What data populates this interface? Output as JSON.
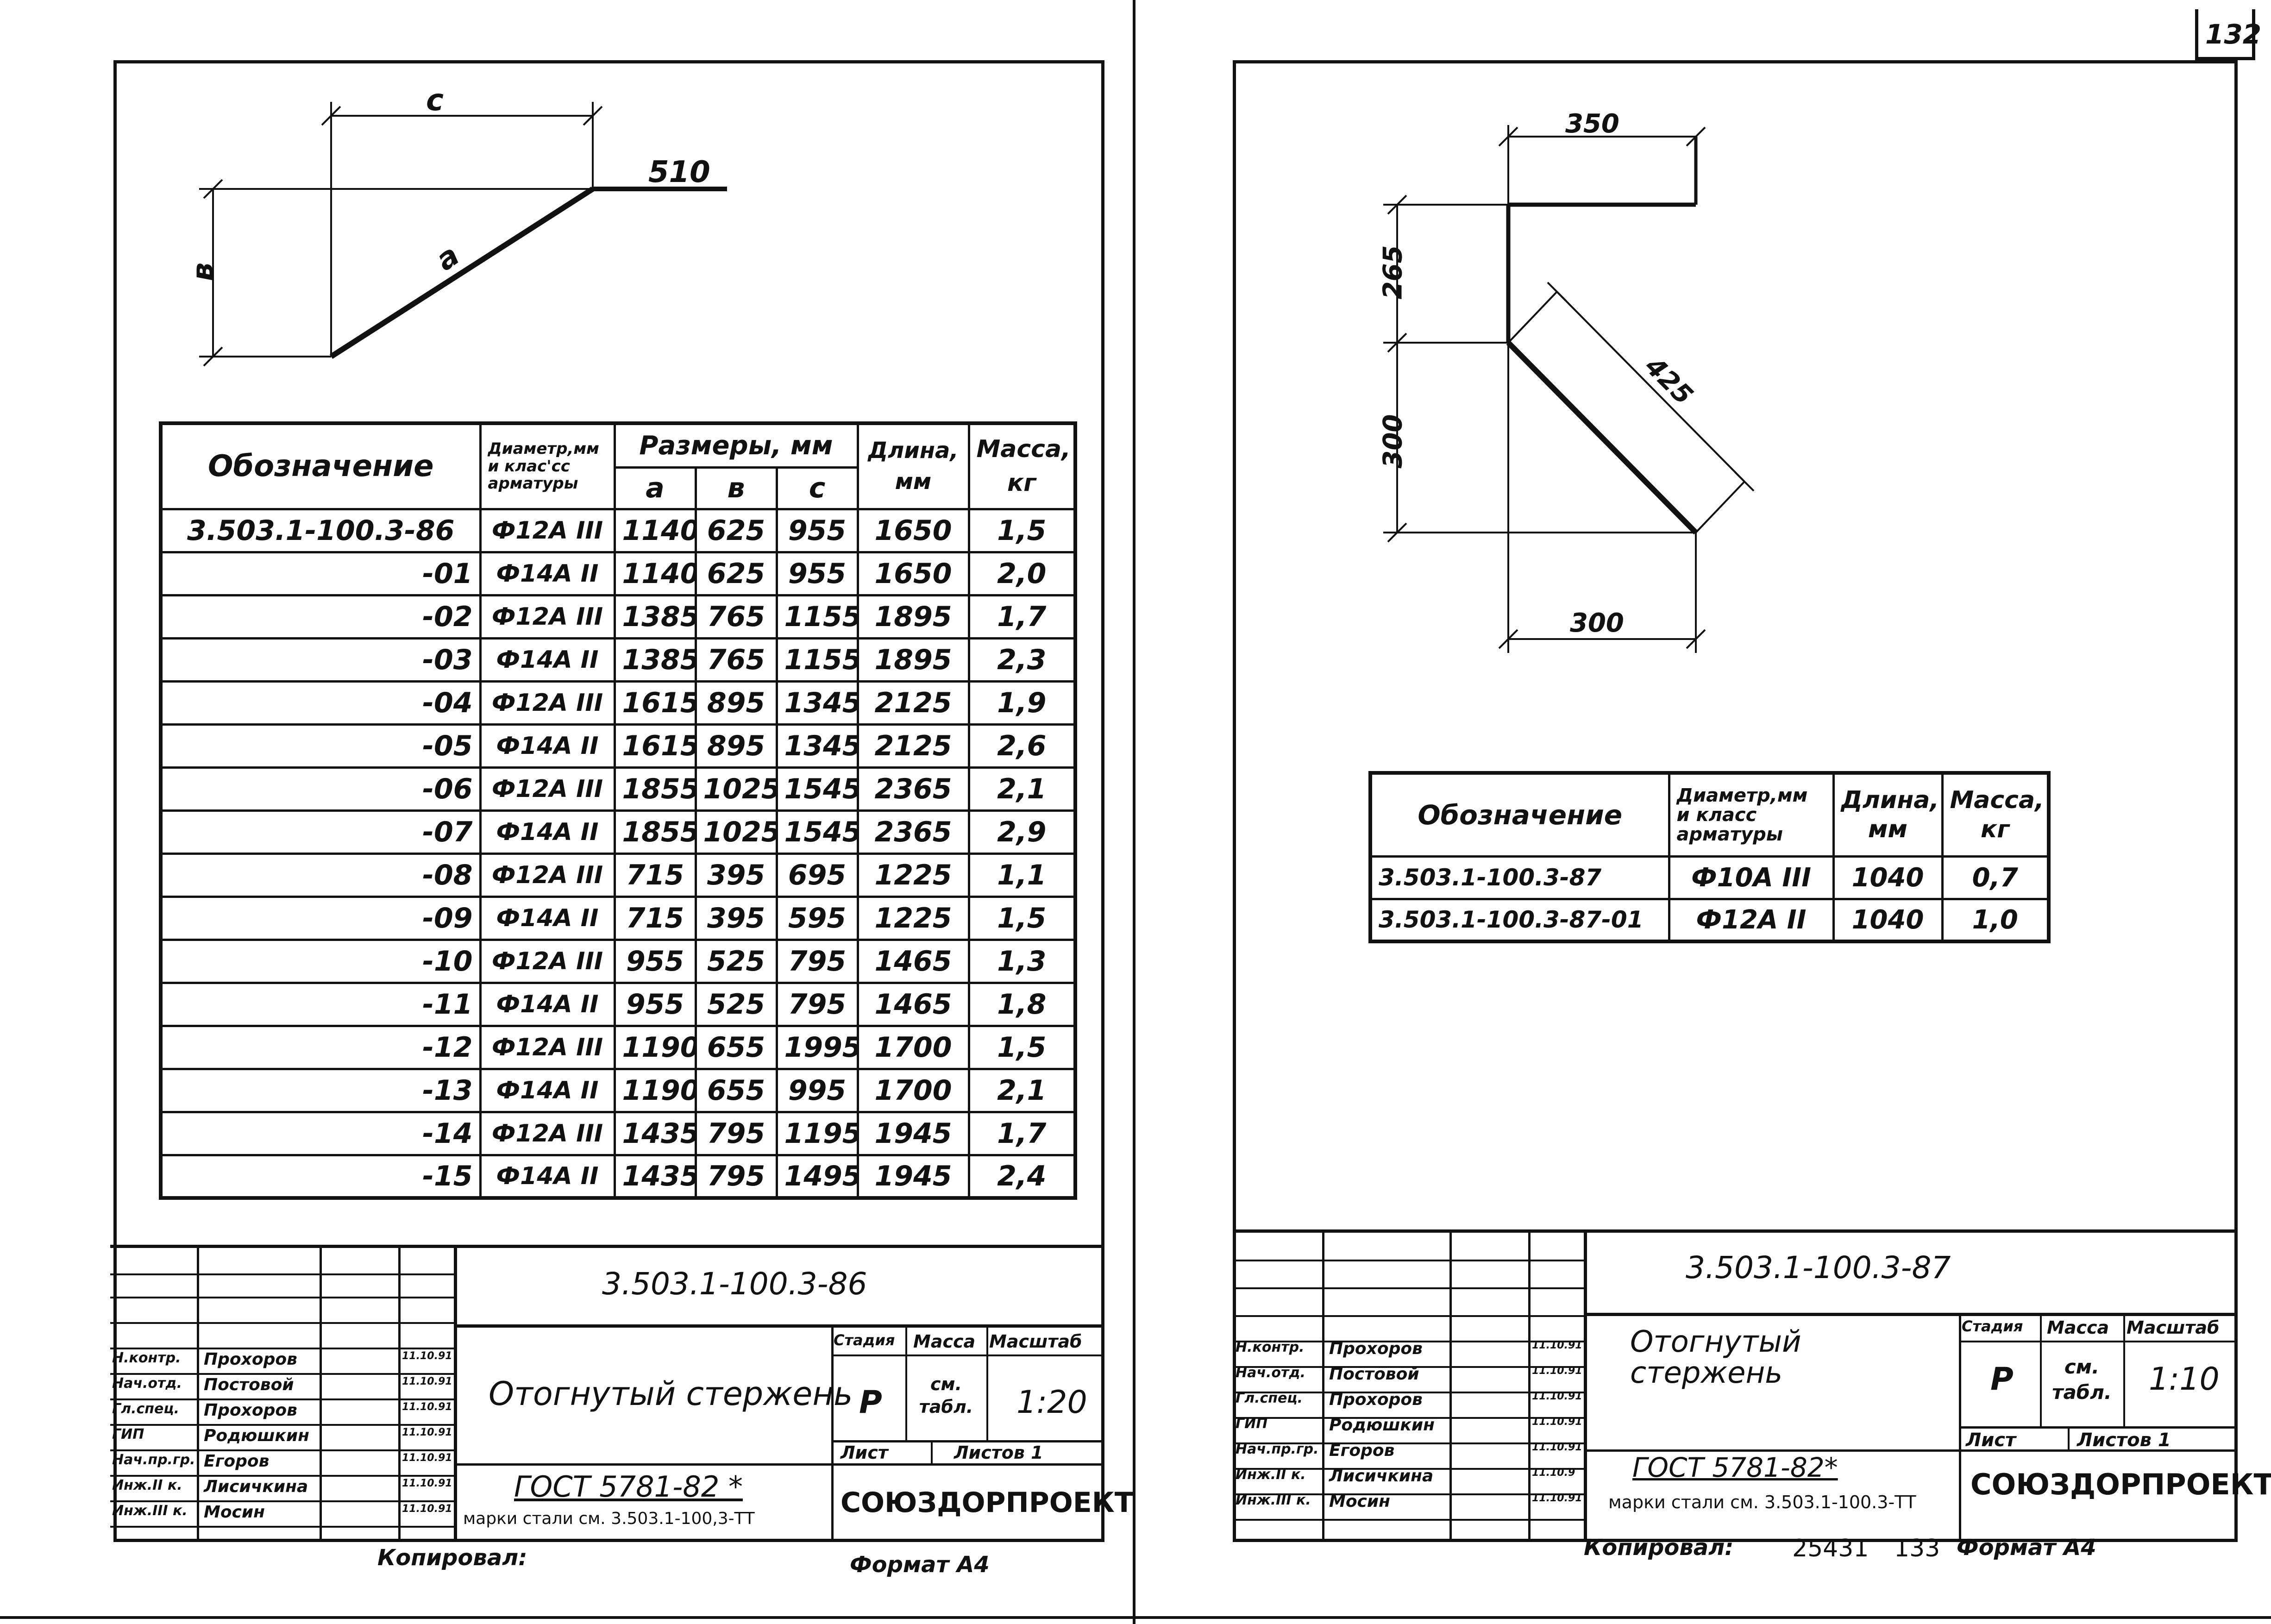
{
  "page_number": "132",
  "left": {
    "drawing": {
      "dim_c": "c",
      "dim_b": "в",
      "dim_a": "a",
      "dim_510": "510"
    },
    "table": {
      "headers": {
        "designation": "Обозначение",
        "diameter": "Диаметр,мм и клас'cc арматуры",
        "sizes": "Размеры, мм",
        "a": "a",
        "b": "в",
        "c": "c",
        "length": "Длина, мм",
        "mass": "Масса, кг"
      },
      "rows": [
        {
          "d": "3.503.1-100.3-86",
          "dia": "Ф12А III",
          "a": "1140",
          "b": "625",
          "c": "955",
          "l": "1650",
          "m": "1,5"
        },
        {
          "d": "-01",
          "dia": "Ф14А II",
          "a": "1140",
          "b": "625",
          "c": "955",
          "l": "1650",
          "m": "2,0"
        },
        {
          "d": "-02",
          "dia": "Ф12А III",
          "a": "1385",
          "b": "765",
          "c": "1155",
          "l": "1895",
          "m": "1,7"
        },
        {
          "d": "-03",
          "dia": "Ф14А II",
          "a": "1385",
          "b": "765",
          "c": "1155",
          "l": "1895",
          "m": "2,3"
        },
        {
          "d": "-04",
          "dia": "Ф12А III",
          "a": "1615",
          "b": "895",
          "c": "1345",
          "l": "2125",
          "m": "1,9"
        },
        {
          "d": "-05",
          "dia": "Ф14А II",
          "a": "1615",
          "b": "895",
          "c": "1345",
          "l": "2125",
          "m": "2,6"
        },
        {
          "d": "-06",
          "dia": "Ф12А III",
          "a": "1855",
          "b": "1025",
          "c": "1545",
          "l": "2365",
          "m": "2,1"
        },
        {
          "d": "-07",
          "dia": "Ф14А II",
          "a": "1855",
          "b": "1025",
          "c": "1545",
          "l": "2365",
          "m": "2,9"
        },
        {
          "d": "-08",
          "dia": "Ф12А III",
          "a": "715",
          "b": "395",
          "c": "695",
          "l": "1225",
          "m": "1,1"
        },
        {
          "d": "-09",
          "dia": "Ф14А II",
          "a": "715",
          "b": "395",
          "c": "595",
          "l": "1225",
          "m": "1,5"
        },
        {
          "d": "-10",
          "dia": "Ф12А III",
          "a": "955",
          "b": "525",
          "c": "795",
          "l": "1465",
          "m": "1,3"
        },
        {
          "d": "-11",
          "dia": "Ф14А II",
          "a": "955",
          "b": "525",
          "c": "795",
          "l": "1465",
          "m": "1,8"
        },
        {
          "d": "-12",
          "dia": "Ф12А III",
          "a": "1190",
          "b": "655",
          "c": "1995",
          "l": "1700",
          "m": "1,5"
        },
        {
          "d": "-13",
          "dia": "Ф14А II",
          "a": "1190",
          "b": "655",
          "c": "995",
          "l": "1700",
          "m": "2,1"
        },
        {
          "d": "-14",
          "dia": "Ф12А III",
          "a": "1435",
          "b": "795",
          "c": "1195",
          "l": "1945",
          "m": "1,7"
        },
        {
          "d": "-15",
          "dia": "Ф14А II",
          "a": "1435",
          "b": "795",
          "c": "1495",
          "l": "1945",
          "m": "2,4"
        }
      ]
    },
    "title_block": {
      "doc_code": "3.503.1-100.3-86",
      "title": "Отогнутый стержень",
      "stage_h": "Стадия",
      "mass_h": "Масса",
      "scale_h": "Масштаб",
      "stage": "Р",
      "mass": "см. табл.",
      "scale": "1:20",
      "sheet_h": "Лист",
      "sheets_h": "Листов 1",
      "gost": "ГОСТ 5781-82 *",
      "steel": "марки стали см. 3.503.1-100,3-ТТ",
      "org": "СОЮЗДОРПРОЕКТ",
      "people": [
        {
          "role": "Н.контр.",
          "name": "Прохоров",
          "date": "11.10.91"
        },
        {
          "role": "Нач.отд.",
          "name": "Постовой",
          "date": "11.10.91"
        },
        {
          "role": "Гл.спец.",
          "name": "Прохоров",
          "date": "11.10.91"
        },
        {
          "role": "ГИП",
          "name": "Родюшкин",
          "date": "11.10.91"
        },
        {
          "role": "Нач.пр.гр.",
          "name": "Егоров",
          "date": "11.10.91"
        },
        {
          "role": "Инж.II к.",
          "name": "Лисичкина",
          "date": "11.10.91"
        },
        {
          "role": "Инж.III к.",
          "name": "Мосин",
          "date": "11.10.91"
        }
      ],
      "copied": "Копировал:",
      "format": "Формат А4"
    }
  },
  "right": {
    "drawing": {
      "dim_350": "350",
      "dim_265": "265",
      "dim_300v": "300",
      "dim_425": "425",
      "dim_300h": "300"
    },
    "table": {
      "headers": {
        "designation": "Обозначение",
        "diameter": "Диаметр,мм и класс арматуры",
        "length": "Длина, мм",
        "mass": "Масса, кг"
      },
      "rows": [
        {
          "d": "3.503.1-100.3-87",
          "dia": "Ф10А III",
          "l": "1040",
          "m": "0,7"
        },
        {
          "d": "3.503.1-100.3-87-01",
          "dia": "Ф12А II",
          "l": "1040",
          "m": "1,0"
        }
      ]
    },
    "title_block": {
      "doc_code": "3.503.1-100.3-87",
      "title": "Отогнутый стержень",
      "stage_h": "Стадия",
      "mass_h": "Масса",
      "scale_h": "Масштаб",
      "stage": "Р",
      "mass": "см. табл.",
      "scale": "1:10",
      "sheet_h": "Лист",
      "sheets_h": "Листов 1",
      "gost": "ГОСТ 5781-82*",
      "steel": "марки стали см. 3.503.1-100.3-ТТ",
      "org": "СОЮЗДОРПРОЕКТ",
      "people": [
        {
          "role": "Н.контр.",
          "name": "Прохоров",
          "date": "11.10.91"
        },
        {
          "role": "Нач.отд.",
          "name": "Постовой",
          "date": "11.10.91"
        },
        {
          "role": "Гл.спец.",
          "name": "Прохоров",
          "date": "11.10.91"
        },
        {
          "role": "ГИП",
          "name": "Родюшкин",
          "date": "11.10.91"
        },
        {
          "role": "Нач.пр.гр.",
          "name": "Егоров",
          "date": "11.10.91"
        },
        {
          "role": "Инж.II к.",
          "name": "Лисичкина",
          "date": "11.10.9"
        },
        {
          "role": "Инж.III к.",
          "name": "Мосин",
          "date": "11.10.91"
        }
      ],
      "copied": "Копировал:",
      "order_no": "25431",
      "page_b": "133",
      "format": "Формат А4"
    }
  }
}
